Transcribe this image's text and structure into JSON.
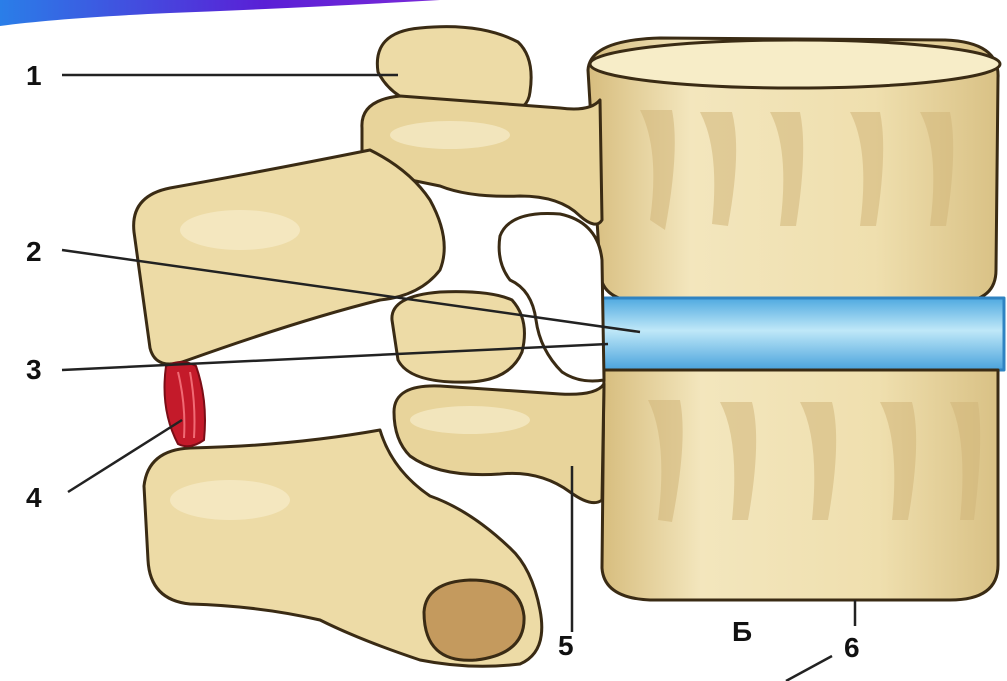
{
  "labels": {
    "l1": "1",
    "l2": "2",
    "l3": "3",
    "l4": "4",
    "l5": "5",
    "l6": "6",
    "body_letter": "Б"
  },
  "colors": {
    "bone_fill": "#eddba6",
    "bone_shade": "#d6bd80",
    "bone_light": "#f6ecca",
    "bone_outline": "#3a2b14",
    "disc_blue": "#5cb8ea",
    "disc_light": "#b6e4f7",
    "ligament_red": "#c41a2a",
    "facet_brown": "#c49a5e",
    "banner_purple": "#5a1fd6",
    "banner_blue": "#2a7ee8"
  },
  "icons": {
    "banner": "top-left-purple-banner-swoosh"
  }
}
